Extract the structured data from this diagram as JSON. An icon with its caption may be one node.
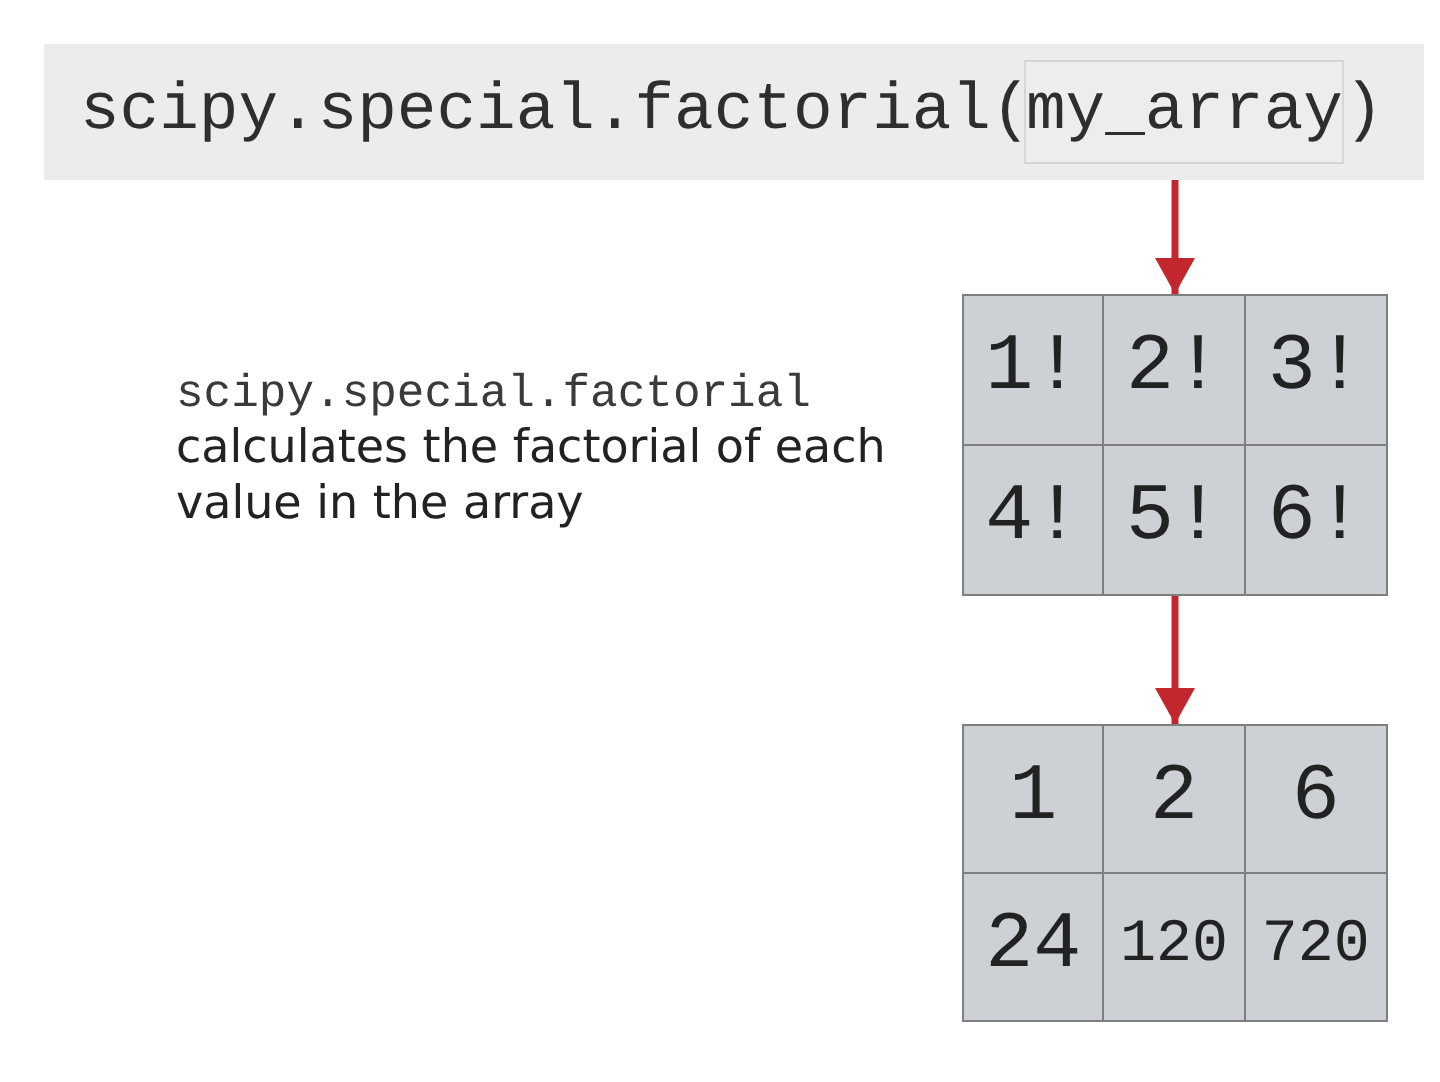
{
  "diagram": {
    "nodes": [
      {
        "text": [
          "scipy.special.factorial(",
          ")"
        ]
      },
      {
        "text": [
          "my_array"
        ],
        "in": 0
      },
      {
        "text": [],
        "shape": "box"
      },
      {
        "text": [
          "1!"
        ],
        "in": 2
      },
      {
        "text": [
          "2!"
        ],
        "in": 2
      },
      {
        "text": [
          "3!"
        ],
        "in": 2
      },
      {
        "text": [
          "4!"
        ],
        "in": 2
      },
      {
        "text": [
          "5!"
        ],
        "in": 2
      },
      {
        "text": [
          "6!"
        ],
        "in": 2
      },
      {
        "text": [],
        "shape": "box"
      },
      {
        "text": [
          "1"
        ],
        "in": 9
      },
      {
        "text": [
          "2"
        ],
        "in": 9
      },
      {
        "text": [
          "6"
        ],
        "in": 9
      },
      {
        "text": [
          "24"
        ],
        "in": 9
      },
      {
        "text": [
          "120"
        ],
        "in": 9
      },
      {
        "text": [
          "720"
        ],
        "in": 9
      }
    ],
    "edges": [
      {
        "from": 0,
        "to": 2,
        "arrow": "to"
      },
      {
        "from": 2,
        "to": 9,
        "arrow": "to"
      }
    ],
    "labels": [
      "scipy.special.factorial",
      "calculates the factorial of each value in the array"
    ]
  }
}
